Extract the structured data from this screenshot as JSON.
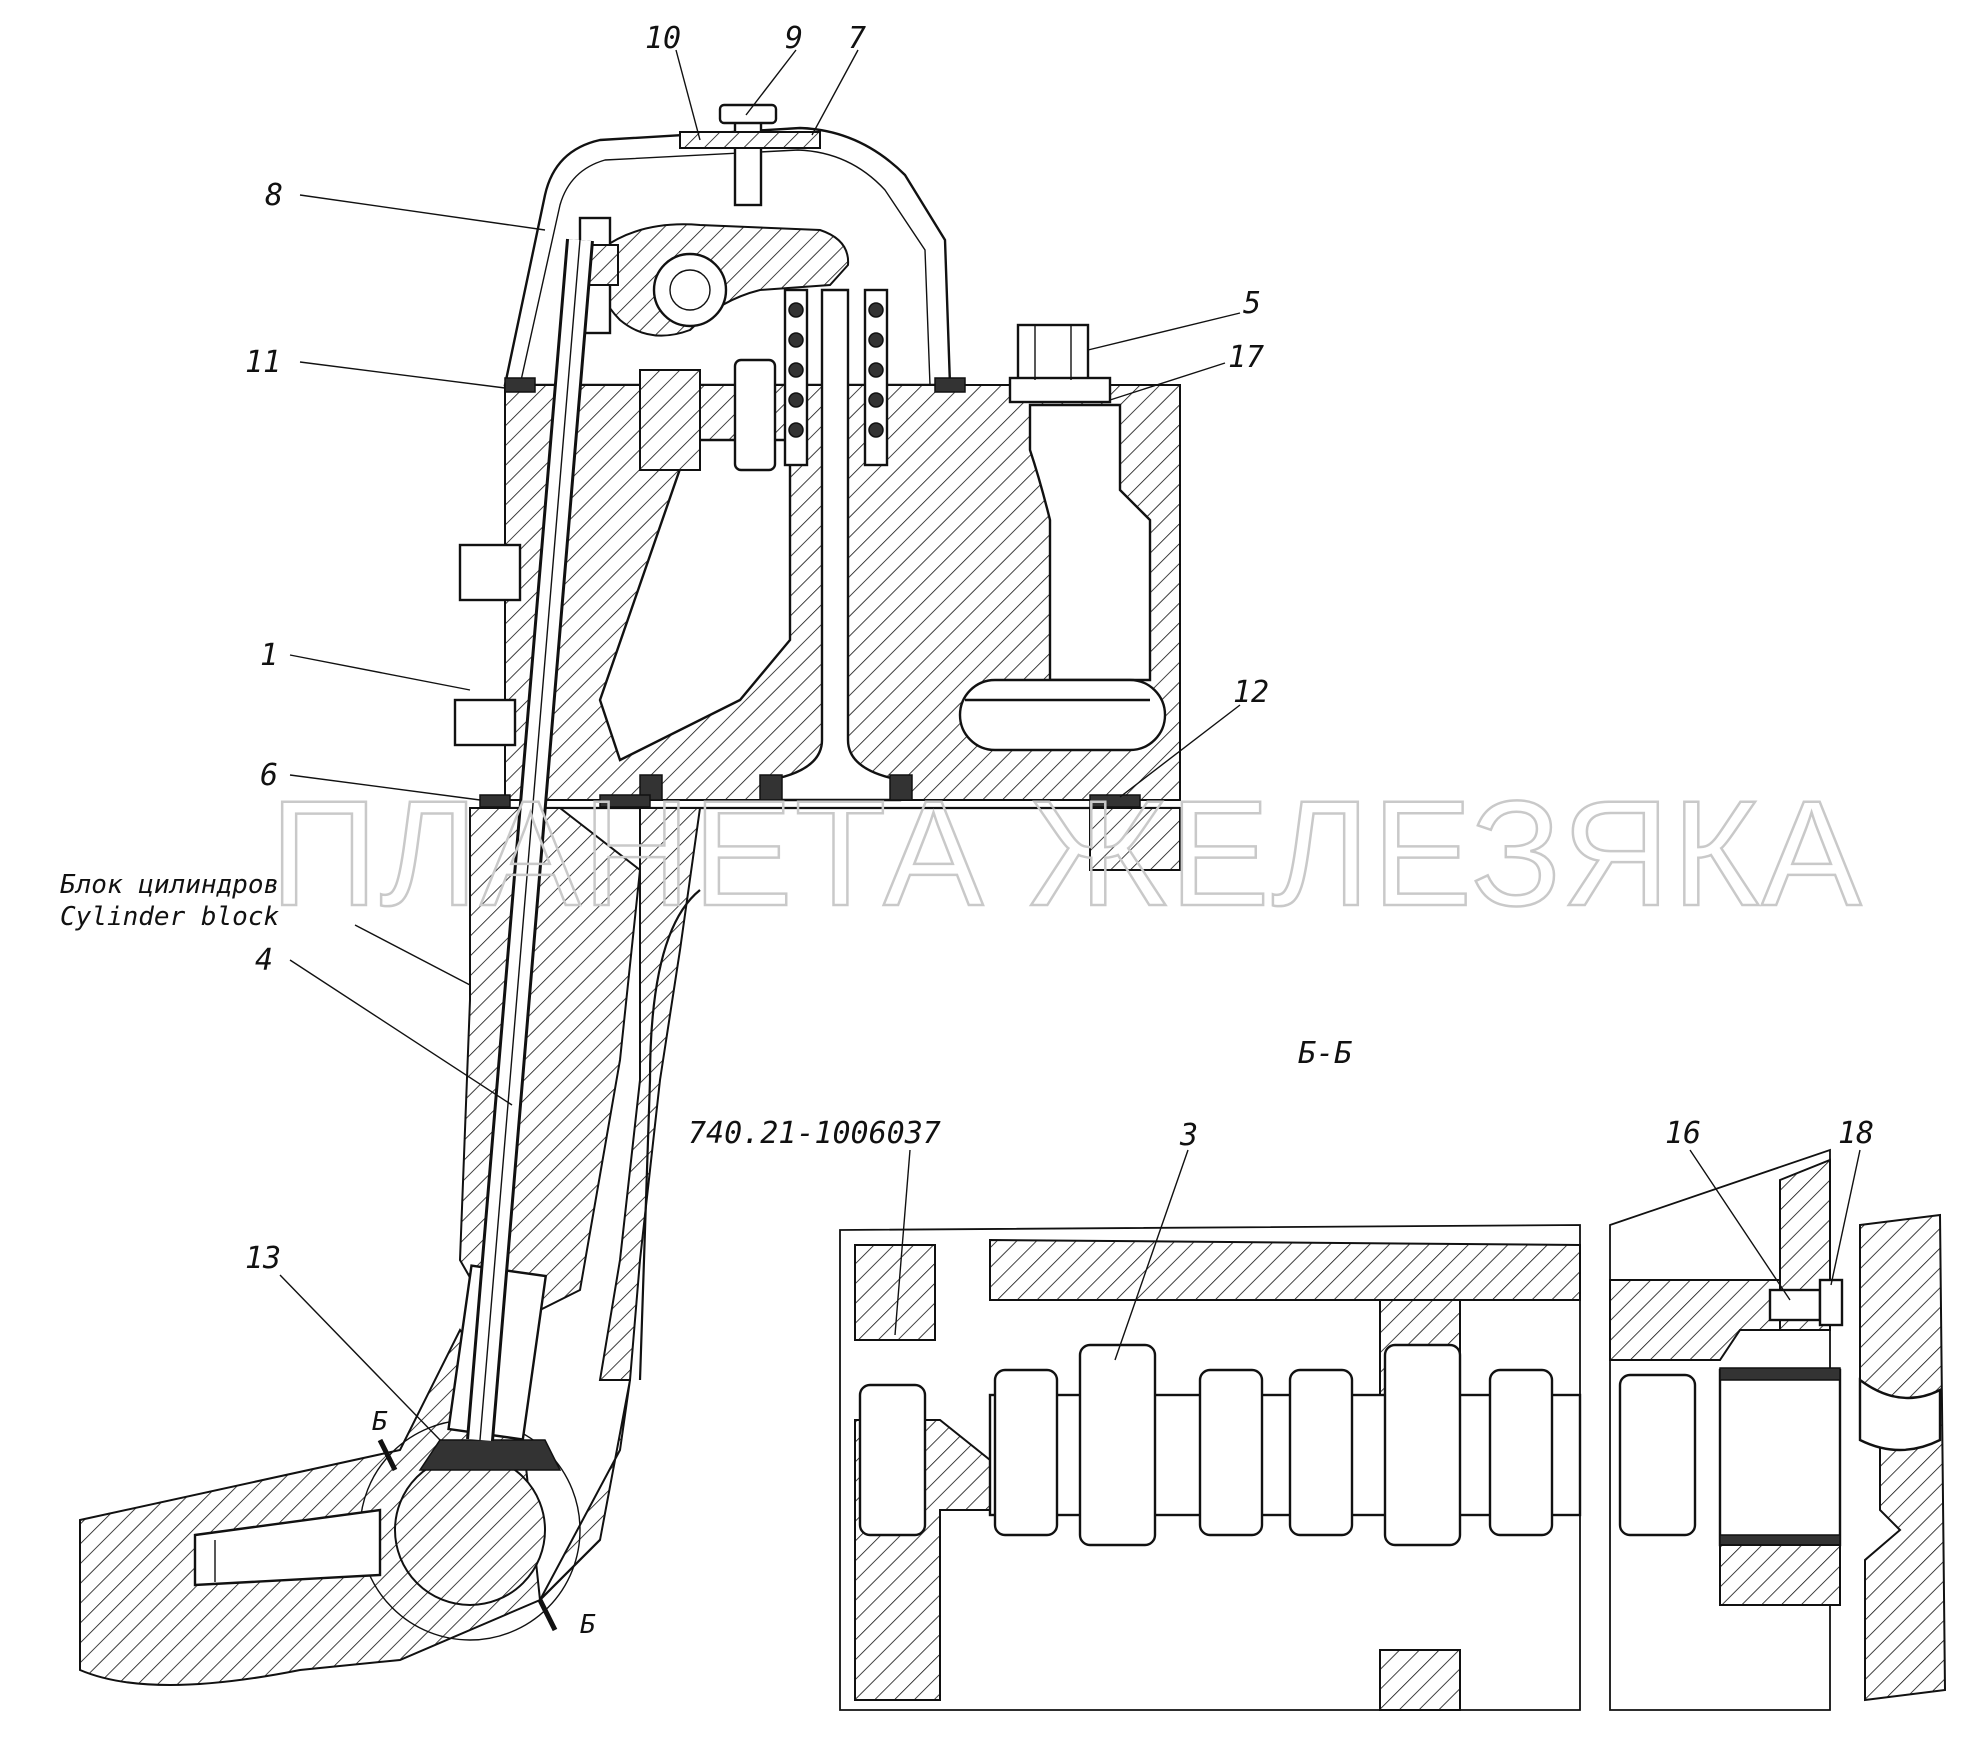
{
  "callouts": {
    "c10": "10",
    "c9": "9",
    "c7": "7",
    "c8": "8",
    "c5": "5",
    "c17": "17",
    "c11": "11",
    "c1": "1",
    "c12": "12",
    "c6": "6",
    "c4": "4",
    "c13": "13",
    "c3": "3",
    "c16": "16",
    "c18": "18"
  },
  "labels": {
    "block_ru": "Блок цилиндров",
    "block_en": "Cylinder block",
    "section_title": "Б-Б",
    "section_mark": "Б",
    "part_number": "740.21-1006037"
  },
  "watermark": "ПЛАНЕТА ЖЕЛЕЗЯКА"
}
